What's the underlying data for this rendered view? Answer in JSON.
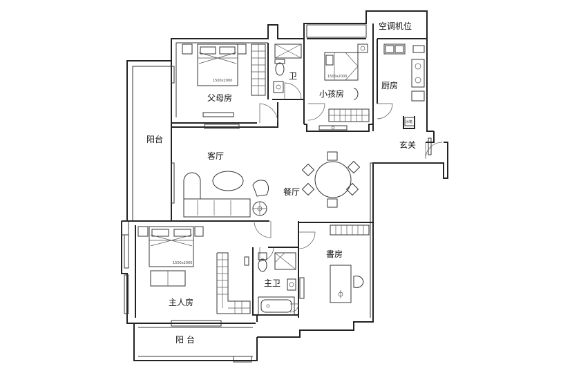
{
  "rooms": {
    "parents_room": "父母房",
    "bathroom_small": "卫",
    "kids_room": "小孩房",
    "kitchen": "厨房",
    "ac_unit": "空调机位",
    "balcony_west": "阳台",
    "living_room": "客厅",
    "entrance": "玄关",
    "dining_room": "餐厅",
    "master_room": "主人房",
    "master_bath": "主卫",
    "study": "書房",
    "balcony_south": "阳 台"
  },
  "bed_size_label": "1500x2000"
}
